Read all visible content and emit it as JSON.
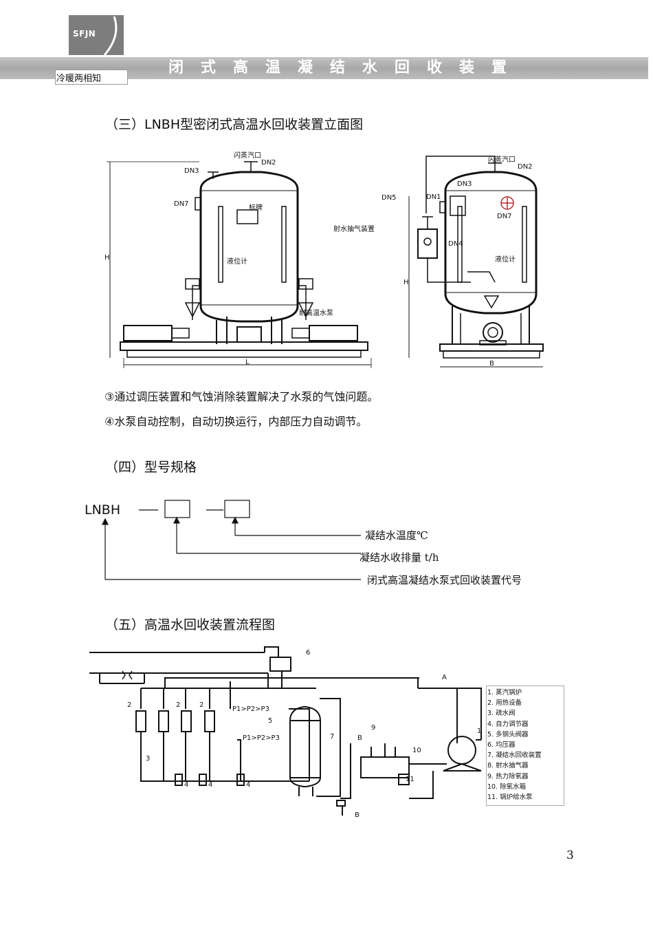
{
  "header": {
    "logo_text": "SFJN",
    "banner_title": "闭式高温凝结水回收装置",
    "slogan": "冷暖两相知"
  },
  "section3": {
    "heading": "（三）LNBH型密闭式高温水回收装置立面图",
    "left_drawing": {
      "labels": {
        "flash_outlet": "闪蒸汽口",
        "dn2": "DN2",
        "dn3": "DN3",
        "dn7": "DN7",
        "nameplate": "标牌",
        "level_gauge": "液位计",
        "pump": "耐高温水泵",
        "height": "H",
        "length": "L"
      }
    },
    "right_drawing": {
      "labels": {
        "flash_outlet": "闪蒸汽口",
        "dn2": "DN2",
        "dn3": "DN3",
        "dn5": "DN5",
        "dn1": "DN1",
        "dn4": "DN4",
        "dn7": "DN7",
        "ejector": "射水抽气装置",
        "level_gauge": "液位计",
        "height": "H",
        "width": "B"
      }
    },
    "notes": [
      "③通过调压装置和气蚀消除装置解决了水泵的气蚀问题。",
      "④水泵自动控制，自动切换运行，内部压力自动调节。"
    ]
  },
  "section4": {
    "heading": "（四）型号规格",
    "model_prefix": "LNBH",
    "callouts": [
      "凝结水温度℃",
      "凝结水收排量 t/h",
      "闭式高温凝结水泵式回收装置代号"
    ]
  },
  "section5": {
    "heading": "（五）高温水回收装置流程图",
    "flow_labels": {
      "pressure1": "P1>P2>P3",
      "pressure2": "P1>P2>P3",
      "a": "A",
      "b_top": "B",
      "b_bottom": "B",
      "n1": "1",
      "n2a": "2",
      "n2b": "2",
      "n2c": "2",
      "n3": "3",
      "n4a": "4",
      "n4b": "4",
      "n4c": "4",
      "n5": "5",
      "n6": "6",
      "n7": "7",
      "n9": "9",
      "n10": "10",
      "n11": "11"
    },
    "legend": [
      "1. 蒸汽锅炉",
      "2. 用热设备",
      "3. 疏水阀",
      "4. 自力调节器",
      "5. 多钢头阀器",
      "6. 均压器",
      "7. 凝结水回收装置",
      "8. 射水抽气器",
      "9. 热力除氧器",
      "10. 除氧水箱",
      "11. 锅炉给水泵"
    ]
  },
  "footer": {
    "page_number": "3"
  }
}
